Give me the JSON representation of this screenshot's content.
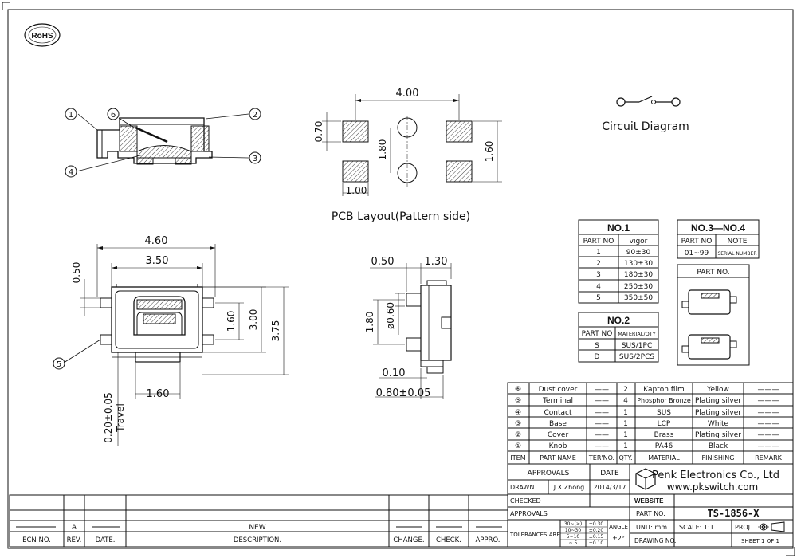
{
  "rohs": "RoHS",
  "callouts": {
    "c1": "①",
    "c2": "②",
    "c3": "③",
    "c4": "④",
    "c5": "⑤",
    "c6": "⑥"
  },
  "pcb": {
    "title": "PCB Layout(Pattern side)",
    "dim_top": "4.00",
    "dim_left": "0.70",
    "dim_mid": "1.80",
    "dim_right": "1.60",
    "dim_bottom": "1.00"
  },
  "circuit": {
    "title": "Circuit Diagram"
  },
  "front": {
    "dim_460": "4.60",
    "dim_350": "3.50",
    "dim_050": "0.50",
    "dim_160v": "1.60",
    "dim_300": "3.00",
    "dim_375": "3.75",
    "dim_160h": "1.60",
    "travel_val": "0.20±0.05",
    "travel_label": "Travel"
  },
  "side": {
    "dim_050": "0.50",
    "dim_130": "1.30",
    "dim_180": "1.80",
    "dim_060": "ø0.60",
    "dim_010": "0.10",
    "dim_080": "0.80±0.05"
  },
  "no1": {
    "title": "NO.1",
    "headers": [
      "PART NO",
      "vigor"
    ],
    "rows": [
      [
        "1",
        "90±30"
      ],
      [
        "2",
        "130±30"
      ],
      [
        "3",
        "180±30"
      ],
      [
        "4",
        "250±30"
      ],
      [
        "5",
        "350±50"
      ]
    ]
  },
  "no34": {
    "title": "NO.3—NO.4",
    "headers": [
      "PART NO",
      "NOTE"
    ],
    "row": [
      "01~99",
      "SERIAL NUMBER"
    ]
  },
  "no2": {
    "title": "NO.2",
    "headers": [
      "PART NO",
      "MATERIAL/QTY"
    ],
    "rows": [
      [
        "S",
        "SUS/1PC"
      ],
      [
        "D",
        "SUS/2PCS"
      ]
    ]
  },
  "partno_box": {
    "title": "PART NO."
  },
  "bom": {
    "rows": [
      [
        "⑥",
        "Dust cover",
        "——",
        "2",
        "Kapton film",
        "Yellow",
        "———"
      ],
      [
        "⑤",
        "Terminal",
        "——",
        "4",
        "Phosphor Bronze",
        "Plating silver",
        "———"
      ],
      [
        "④",
        "Contact",
        "——",
        "1",
        "SUS",
        "Plating silver",
        "———"
      ],
      [
        "③",
        "Base",
        "——",
        "1",
        "LCP",
        "White",
        "———"
      ],
      [
        "②",
        "Cover",
        "——",
        "1",
        "Brass",
        "Plating silver",
        "———"
      ],
      [
        "①",
        "Knob",
        "——",
        "1",
        "PA46",
        "Black",
        "———"
      ]
    ],
    "headers": [
      "ITEM",
      "PART NAME",
      "TER'NO.",
      "QTY.",
      "MATERIAL",
      "FINISHING",
      "REMARK"
    ]
  },
  "titleblock": {
    "approvals": "APPROVALS",
    "date": "DATE",
    "drawn": "DRAWN",
    "drawn_by": "J.X.Zhong",
    "drawn_date": "2014/3/17",
    "checked": "CHECKED",
    "approvals2": "APPROVALS",
    "company": "Penk Electronics Co., Ltd",
    "url": "www.pkswitch.com",
    "website": "WEBSITE",
    "partno_label": "PART NO.",
    "partno": "TS-1856-X",
    "tol_label": "TOLERANCES ARE",
    "tol_rows": [
      [
        "30~(≥)",
        "±0.30"
      ],
      [
        "10~30",
        "±0.20"
      ],
      [
        "5~10",
        "±0.15"
      ],
      [
        "~ 5",
        "±0.10"
      ]
    ],
    "angle": "ANGLE",
    "angle_val": "±2°",
    "unit": "UNIT:  mm",
    "scale": "SCALE:   1:1",
    "proj": "PROJ.",
    "drawing_no": "DRAWING NO.",
    "sheet": "SHEET  1  OF  1"
  },
  "revision": {
    "rev": "A",
    "desc": "NEW",
    "headers": [
      "ECN NO.",
      "REV.",
      "DATE.",
      "DESCRIPTION.",
      "CHANGE.",
      "CHECK.",
      "APPRO."
    ]
  }
}
